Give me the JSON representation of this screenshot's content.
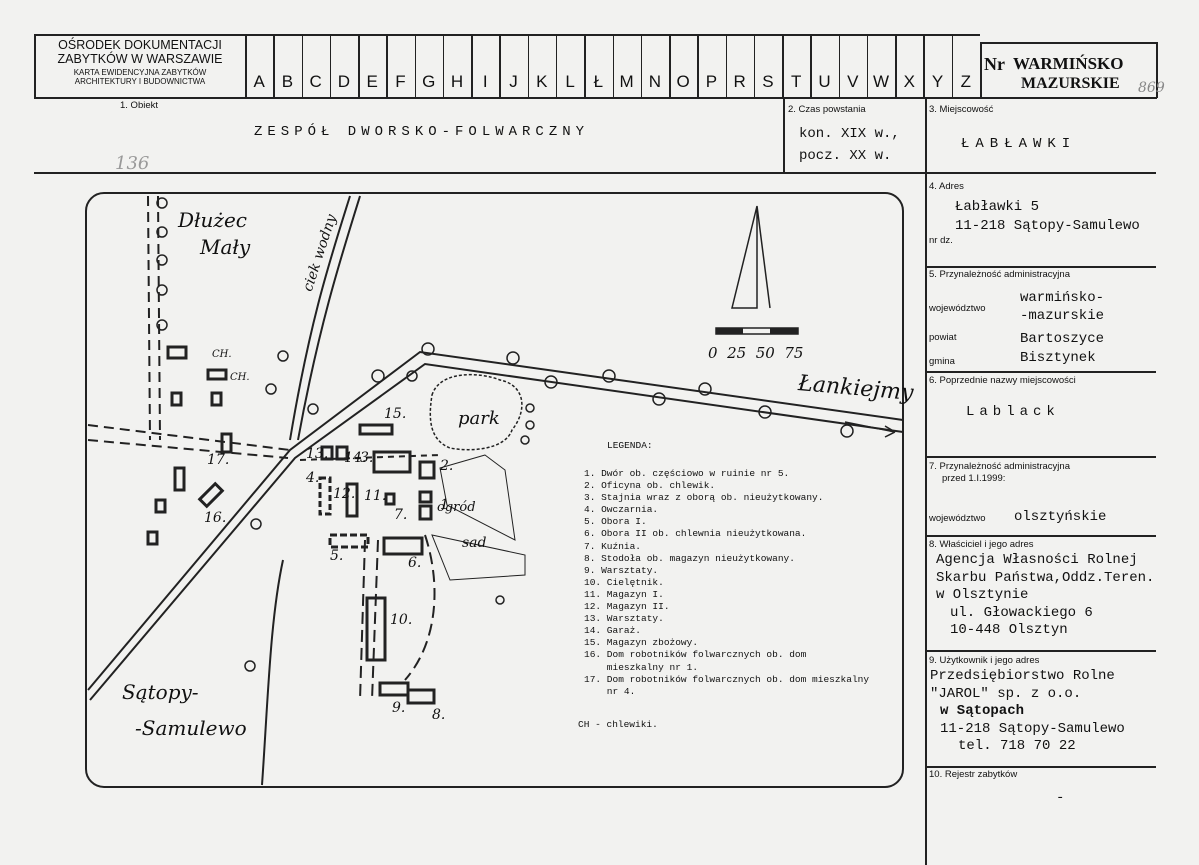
{
  "header": {
    "org_line1": "OŚRODEK DOKUMENTACJI",
    "org_line2": "ZABYTKÓW W WARSZAWIE",
    "org_line3": "KARTA EWIDENCYJNA ZABYTKÓW",
    "org_line4": "ARCHITEKTURY I BUDOWNICTWA",
    "letters": [
      "A",
      "B",
      "C",
      "D",
      "E",
      "F",
      "G",
      "H",
      "I",
      "J",
      "K",
      "L",
      "Ł",
      "M",
      "N",
      "O",
      "P",
      "R",
      "S",
      "T",
      "U",
      "V",
      "W",
      "X",
      "Y",
      "Z"
    ],
    "nr_label": "Nr",
    "nr_value_line1": "WARMIŃSKO",
    "nr_value_line2": "MAZURSKIE",
    "handwritten_number": "869"
  },
  "section1": {
    "label": "1. Obiekt",
    "value": "ZESPÓŁ DWORSKO-FOLWARCZNY",
    "handwritten_mark": "136"
  },
  "section2": {
    "label": "2. Czas powstania",
    "value_line1": "kon. XIX w.,",
    "value_line2": "pocz. XX w."
  },
  "section3": {
    "label": "3. Miejscowość",
    "value": "ŁABŁAWKI"
  },
  "section4": {
    "label": "4. Adres",
    "line1": "Łabławki 5",
    "line2": "11-218 Sątopy-Samulewo",
    "nr_dz_label": "nr dz."
  },
  "section5": {
    "label": "5. Przynależność administracyjna",
    "wojewodztwo_label": "województwo",
    "wojewodztwo_line1": "warmińsko-",
    "wojewodztwo_line2": "-mazurskie",
    "powiat_label": "powiat",
    "powiat_value": "Bartoszyce",
    "gmina_label": "gmina",
    "gmina_value": "Bisztynek"
  },
  "section6": {
    "label": "6. Poprzednie nazwy miejscowości",
    "value": "Lablack"
  },
  "section7": {
    "label_line1": "7. Przynależność administracyjna",
    "label_line2": "przed 1.I.1999:",
    "wojewodztwo_label": "województwo",
    "wojewodztwo_value": "olsztyńskie"
  },
  "section8": {
    "label": "8. Właściciel i jego adres",
    "lines": [
      "Agencja Własności Rolnej",
      "Skarbu Państwa,Oddz.Teren.",
      "w Olsztynie",
      "ul. Głowackiego 6",
      "10-448 Olsztyn"
    ]
  },
  "section9": {
    "label": "9. Użytkownik i jego adres",
    "lines": [
      "Przedsiębiorstwo Rolne",
      "\"JAROL\" sp. z o.o.",
      "w Sątopach",
      "11-218 Sątopy-Samulewo",
      "tel. 718 70 22"
    ]
  },
  "section10": {
    "label": "10. Rejestr zabytków",
    "value": "-"
  },
  "map": {
    "places": {
      "dluzec_line1": "Dłużec",
      "dluzec_line2": "Mały",
      "satopy_line1": "Sątopy-",
      "satopy_line2": "-Samulewo",
      "lankiejmy": "Łankiejmy",
      "ciek": "ciek wodny",
      "park": "park",
      "ogrod": "ogród",
      "sad": "sad"
    },
    "scale": "0  25  50  75",
    "building_labels": [
      "1.",
      "2.",
      "3.",
      "4.",
      "5.",
      "6.",
      "7.",
      "8.",
      "9.",
      "10.",
      "11.",
      "12.",
      "13.",
      "14.",
      "15.",
      "16.",
      "17.",
      "CH.",
      "CH."
    ],
    "legend_title": "LEGENDA:",
    "legend_items": [
      "1. Dwór ob. częściowo w ruinie nr 5.",
      "2. Oficyna ob. chlewik.",
      "3. Stajnia wraz z oborą ob. nieużytkowany.",
      "4. Owczarnia.",
      "5. Obora I.",
      "6. Obora II ob. chlewnia nieużytkowana.",
      "7. Kuźnia.",
      "8. Stodoła ob. magazyn nieużytkowany.",
      "9. Warsztaty.",
      "10. Cielętnik.",
      "11. Magazyn I.",
      "12. Magazyn II.",
      "13. Warsztaty.",
      "14. Garaż.",
      "15. Magazyn zbożowy.",
      "16. Dom robotników folwarcznych ob. dom",
      "    mieszkalny nr 1.",
      "17. Dom robotników folwarcznych ob. dom mieszkalny",
      "    nr 4."
    ],
    "legend_note": "CH - chlewiki."
  }
}
